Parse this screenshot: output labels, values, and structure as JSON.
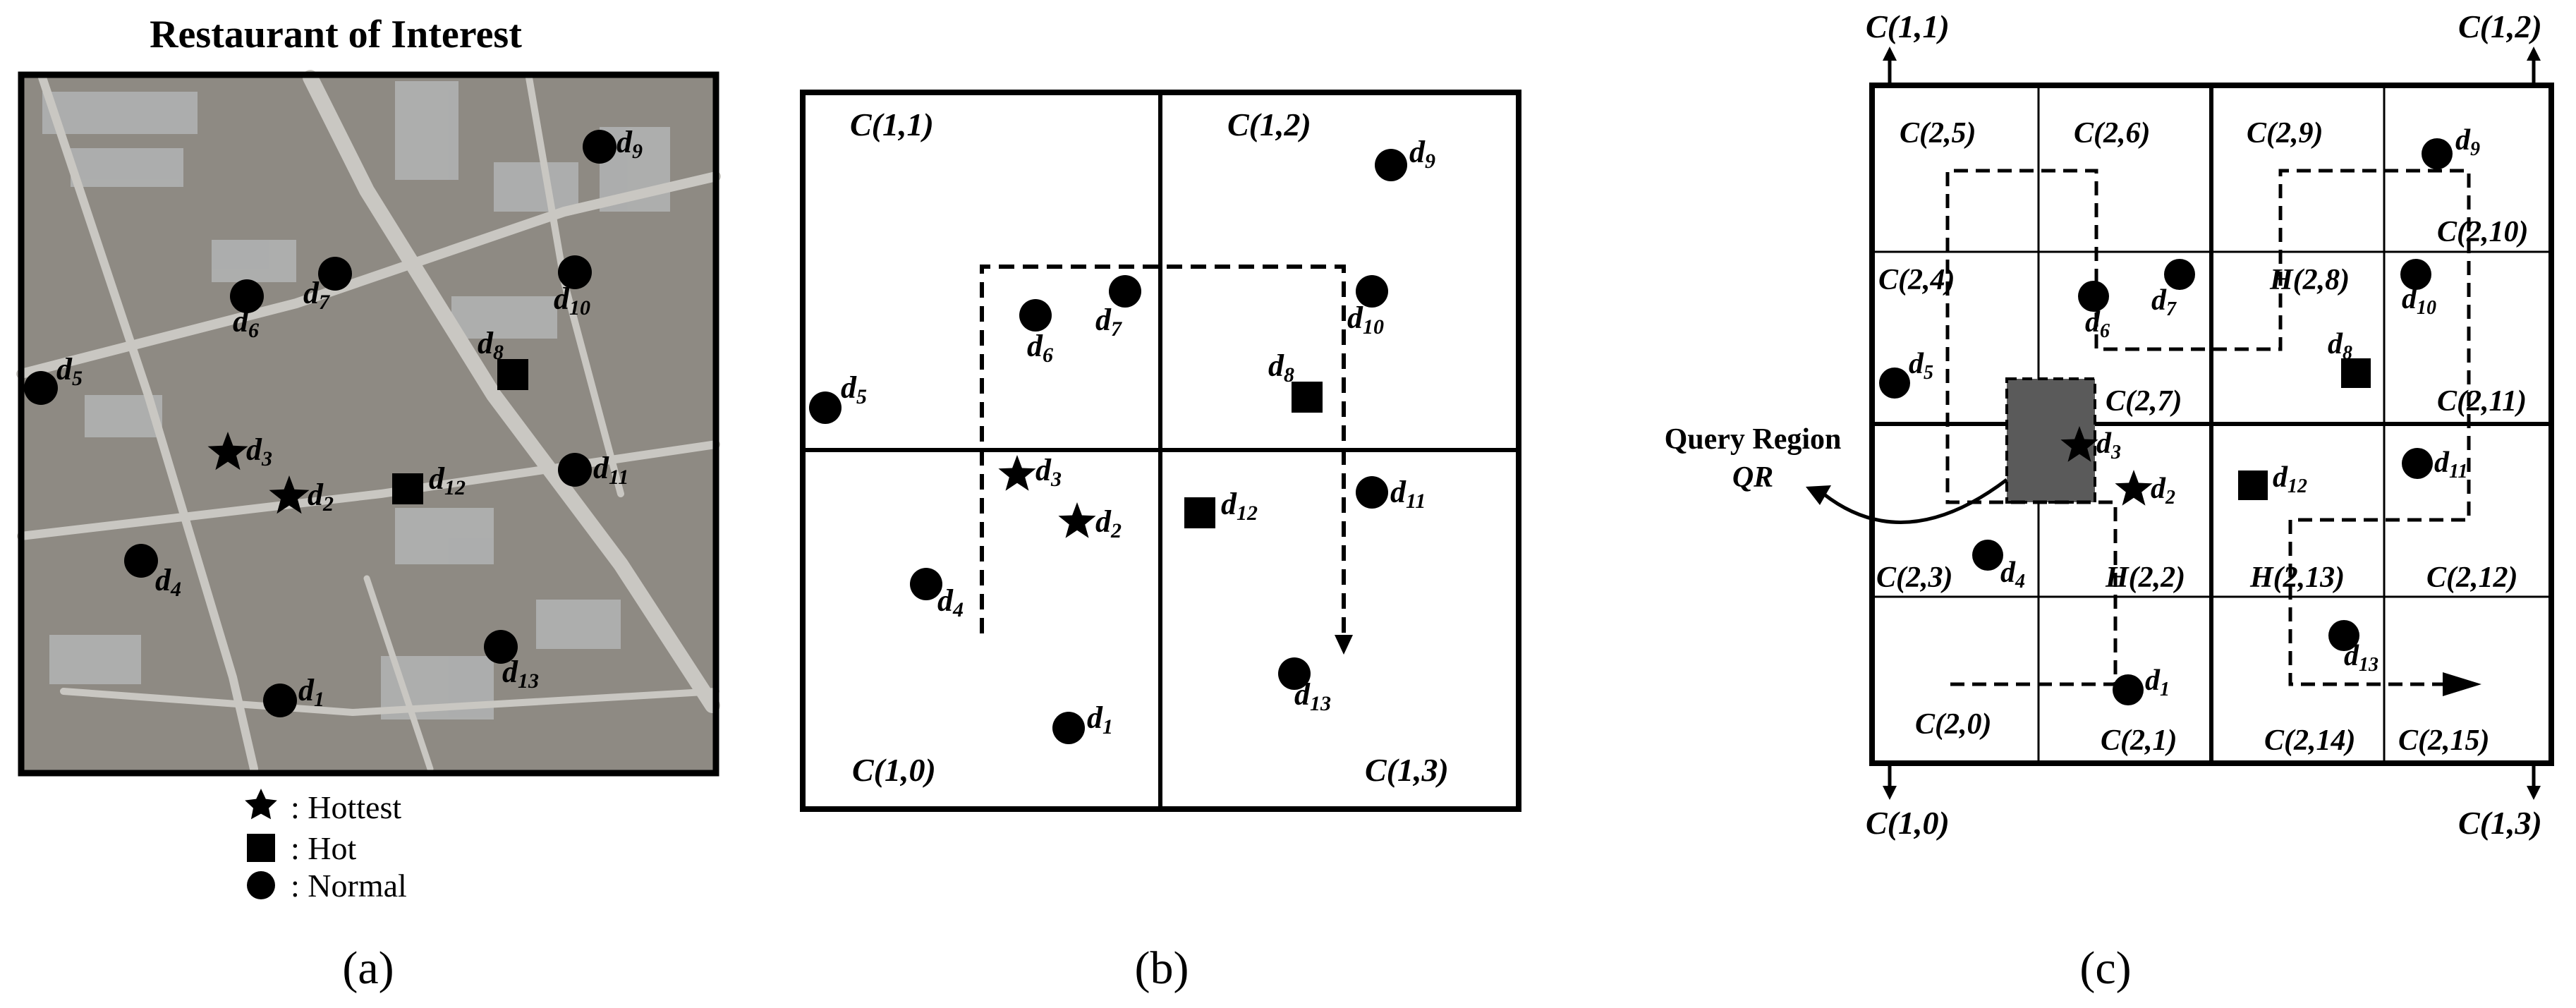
{
  "colors": {
    "ink": "#000000",
    "paper": "#ffffff",
    "map_base": "#8e8a83",
    "map_road": "#c9c7c2",
    "map_roof": "#b7b9bb",
    "query_fill": "#5a5a5a"
  },
  "panel_a": {
    "title": "Restaurant of Interest",
    "caption": "(a)",
    "legend": [
      {
        "icon": "star-icon",
        "text": ": Hottest"
      },
      {
        "icon": "square-icon",
        "text": ": Hot"
      },
      {
        "icon": "circle-icon",
        "text": ": Normal"
      }
    ],
    "points": [
      {
        "id": "d9",
        "base": "d",
        "sub": "9",
        "type": "normal"
      },
      {
        "id": "d7",
        "base": "d",
        "sub": "7",
        "type": "normal"
      },
      {
        "id": "d6",
        "base": "d",
        "sub": "6",
        "type": "normal"
      },
      {
        "id": "d10",
        "base": "d",
        "sub": "10",
        "type": "normal"
      },
      {
        "id": "d8",
        "base": "d",
        "sub": "8",
        "type": "hot"
      },
      {
        "id": "d5",
        "base": "d",
        "sub": "5",
        "type": "normal"
      },
      {
        "id": "d3",
        "base": "d",
        "sub": "3",
        "type": "hottest"
      },
      {
        "id": "d2",
        "base": "d",
        "sub": "2",
        "type": "hottest"
      },
      {
        "id": "d12",
        "base": "d",
        "sub": "12",
        "type": "hot"
      },
      {
        "id": "d11",
        "base": "d",
        "sub": "11",
        "type": "normal"
      },
      {
        "id": "d4",
        "base": "d",
        "sub": "4",
        "type": "normal"
      },
      {
        "id": "d13",
        "base": "d",
        "sub": "13",
        "type": "normal"
      },
      {
        "id": "d1",
        "base": "d",
        "sub": "1",
        "type": "normal"
      }
    ]
  },
  "panel_b": {
    "caption": "(b)",
    "cells": [
      "C(1,1)",
      "C(1,2)",
      "C(1,0)",
      "C(1,3)"
    ],
    "points": [
      {
        "id": "d9",
        "base": "d",
        "sub": "9",
        "type": "normal"
      },
      {
        "id": "d7",
        "base": "d",
        "sub": "7",
        "type": "normal"
      },
      {
        "id": "d6",
        "base": "d",
        "sub": "6",
        "type": "normal"
      },
      {
        "id": "d10",
        "base": "d",
        "sub": "10",
        "type": "normal"
      },
      {
        "id": "d8",
        "base": "d",
        "sub": "8",
        "type": "hot"
      },
      {
        "id": "d5",
        "base": "d",
        "sub": "5",
        "type": "normal"
      },
      {
        "id": "d3",
        "base": "d",
        "sub": "3",
        "type": "hottest"
      },
      {
        "id": "d2",
        "base": "d",
        "sub": "2",
        "type": "hottest"
      },
      {
        "id": "d12",
        "base": "d",
        "sub": "12",
        "type": "hot"
      },
      {
        "id": "d11",
        "base": "d",
        "sub": "11",
        "type": "normal"
      },
      {
        "id": "d4",
        "base": "d",
        "sub": "4",
        "type": "normal"
      },
      {
        "id": "d13",
        "base": "d",
        "sub": "13",
        "type": "normal"
      },
      {
        "id": "d1",
        "base": "d",
        "sub": "1",
        "type": "normal"
      }
    ]
  },
  "panel_c": {
    "caption": "(c)",
    "corner_labels": [
      "C(1,1)",
      "C(1,2)",
      "C(1,0)",
      "C(1,3)"
    ],
    "cells": [
      "C(2,5)",
      "C(2,6)",
      "C(2,9)",
      "C(2,10)",
      "C(2,4)",
      "H(2,8)",
      "C(2,7)",
      "C(2,11)",
      "C(2,3)",
      "H(2,2)",
      "H(2,13)",
      "C(2,12)",
      "C(2,0)",
      "C(2,1)",
      "C(2,14)",
      "C(2,15)"
    ],
    "query_region": {
      "label_line1": "Query Region",
      "label_line2": "QR"
    },
    "points": [
      {
        "id": "d9",
        "base": "d",
        "sub": "9",
        "type": "normal"
      },
      {
        "id": "d7",
        "base": "d",
        "sub": "7",
        "type": "normal"
      },
      {
        "id": "d6",
        "base": "d",
        "sub": "6",
        "type": "normal"
      },
      {
        "id": "d10",
        "base": "d",
        "sub": "10",
        "type": "normal"
      },
      {
        "id": "d8",
        "base": "d",
        "sub": "8",
        "type": "hot"
      },
      {
        "id": "d5",
        "base": "d",
        "sub": "5",
        "type": "normal"
      },
      {
        "id": "d3",
        "base": "d",
        "sub": "3",
        "type": "hottest"
      },
      {
        "id": "d2",
        "base": "d",
        "sub": "2",
        "type": "hottest"
      },
      {
        "id": "d12",
        "base": "d",
        "sub": "12",
        "type": "hot"
      },
      {
        "id": "d11",
        "base": "d",
        "sub": "11",
        "type": "normal"
      },
      {
        "id": "d4",
        "base": "d",
        "sub": "4",
        "type": "normal"
      },
      {
        "id": "d13",
        "base": "d",
        "sub": "13",
        "type": "normal"
      },
      {
        "id": "d1",
        "base": "d",
        "sub": "1",
        "type": "normal"
      }
    ]
  }
}
